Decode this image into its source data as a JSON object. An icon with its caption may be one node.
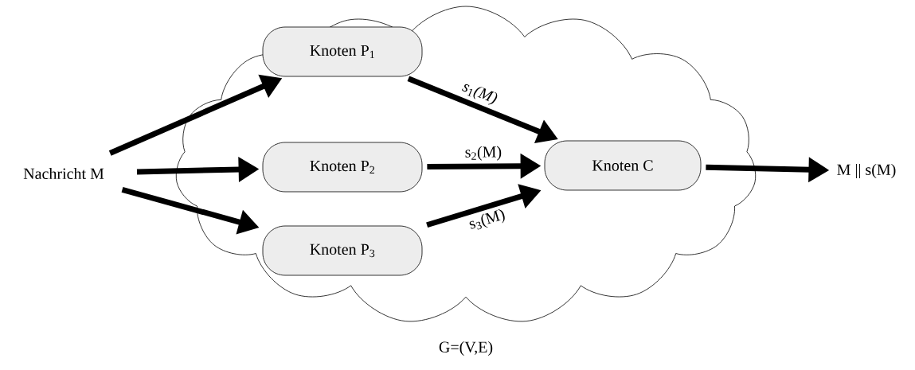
{
  "diagram": {
    "nodes": [
      {
        "text": [
          "G=(V,E)"
        ]
      },
      {
        "text": [
          "Nachricht M"
        ]
      },
      {
        "text": [
          "Knoten P$_{1}$"
        ],
        "in": 0
      },
      {
        "text": [
          "Knoten P$_{2}$"
        ],
        "in": 0
      },
      {
        "text": [
          "Knoten P$_{3}$"
        ],
        "in": 0
      },
      {
        "text": [
          "Knoten C"
        ],
        "in": 0
      },
      {
        "text": [
          "M || s(M)"
        ]
      }
    ],
    "edges": [
      {
        "from": 1,
        "to": 2,
        "arrow": "to"
      },
      {
        "from": 1,
        "to": 3,
        "arrow": "to"
      },
      {
        "from": 1,
        "to": 4,
        "arrow": "to"
      },
      {
        "from": 2,
        "to": 5,
        "arrow": "to",
        "label": "*s*$_{1}$*(M)*"
      },
      {
        "from": 3,
        "to": 5,
        "arrow": "to",
        "label": "s$_{2}$(M)"
      },
      {
        "from": 4,
        "to": 5,
        "arrow": "to",
        "label": "s$_{3}$(M)"
      },
      {
        "from": 5,
        "to": 6,
        "arrow": "to"
      }
    ]
  }
}
